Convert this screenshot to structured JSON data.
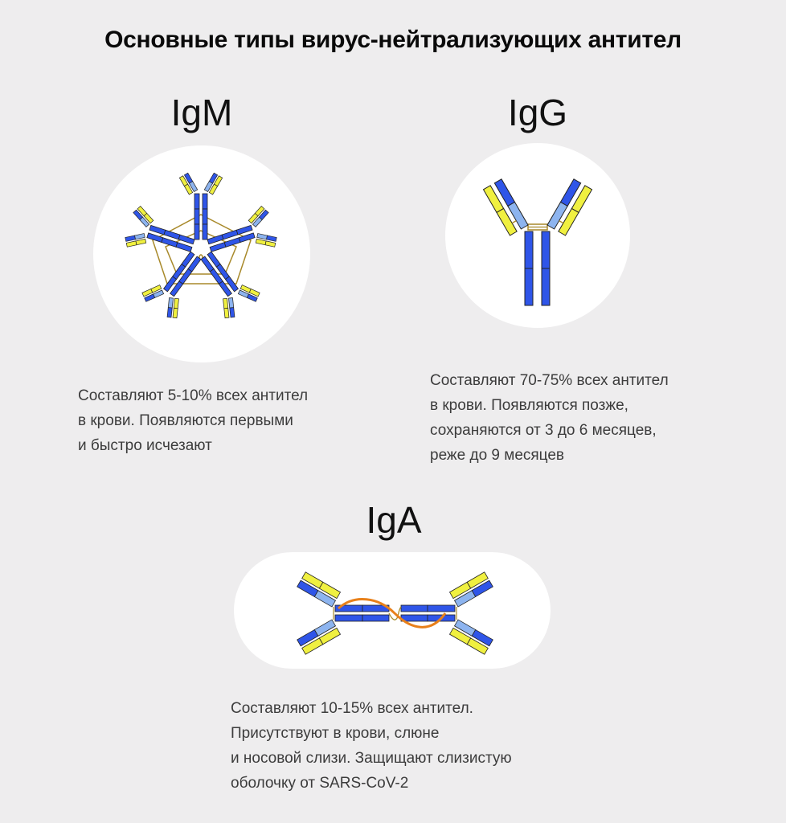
{
  "title": "Основные типы вирус-нейтрализующих антител",
  "colors": {
    "background": "#eeedee",
    "heavy_chain_blue": "#2f55e8",
    "variable_light_blue": "#8db4ef",
    "light_chain_yellow": "#f0f040",
    "linker_gold": "#a8892a",
    "secretory_component_orange": "#e8801a"
  },
  "antibodies": [
    {
      "name": "IgM",
      "shape": "pentamer-circle",
      "description_lines": [
        "Составляют 5-10% всех антител",
        "в крови. Появляются первыми",
        "и быстро исчезают"
      ]
    },
    {
      "name": "IgG",
      "shape": "monomer-circle",
      "description_lines": [
        "Составляют 70-75% всех антител",
        "в крови. Появляются позже,",
        "сохраняются от 3 до 6 месяцев,",
        "реже до 9 месяцев"
      ]
    },
    {
      "name": "IgA",
      "shape": "dimer-pill",
      "description_lines": [
        "Составляют 10-15% всех антител.",
        "Присутствуют в крови, слюне",
        "и носовой слизи. Защищают слизистую",
        "оболочку от SARS-CoV-2"
      ]
    }
  ]
}
